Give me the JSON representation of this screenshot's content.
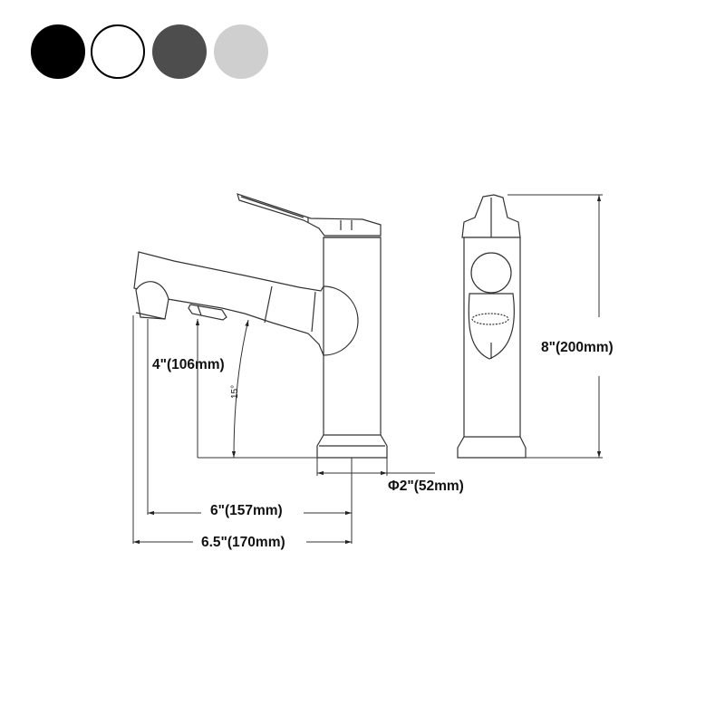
{
  "color_options": [
    {
      "name": "black",
      "fill": "#000000",
      "border": "#000000"
    },
    {
      "name": "white",
      "fill": "#ffffff",
      "border": "#000000"
    },
    {
      "name": "gunmetal-grey",
      "fill": "#4d4d4d",
      "border": "#4d4d4d"
    },
    {
      "name": "light-grey",
      "fill": "#cfcfcf",
      "border": "#cfcfcf"
    }
  ],
  "dimensions": {
    "spout_height": "4\"(106mm)",
    "spout_reach": "6\"(157mm)",
    "total_reach": "6.5\"(170mm)",
    "base_diameter": "Φ2\"(52mm)",
    "total_height": "8\"(200mm)",
    "spout_angle": "15°"
  }
}
